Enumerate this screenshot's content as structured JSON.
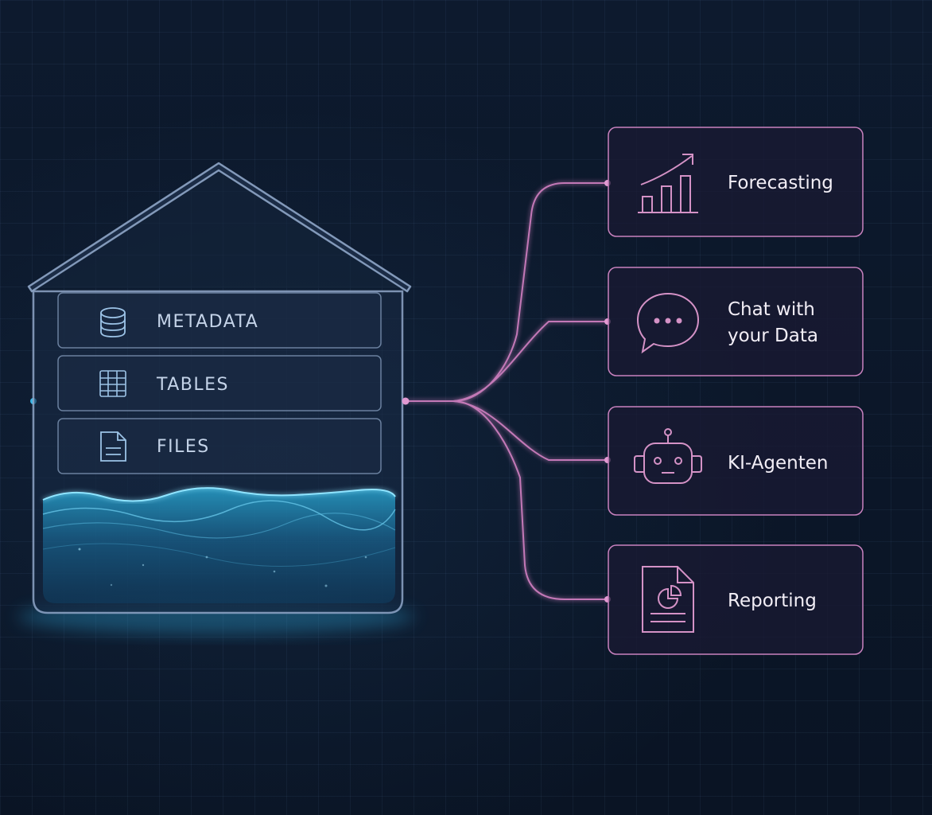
{
  "layers": [
    {
      "label": "METADATA",
      "icon": "database-icon"
    },
    {
      "label": "TABLES",
      "icon": "table-icon"
    },
    {
      "label": "FILES",
      "icon": "file-icon"
    }
  ],
  "outputs": [
    {
      "line1": "Forecasting",
      "line2": "",
      "icon": "bar-chart-trend-icon"
    },
    {
      "line1": "Chat with",
      "line2": "your Data",
      "icon": "chat-bubble-icon"
    },
    {
      "line1": "KI-Agenten",
      "line2": "",
      "icon": "robot-icon"
    },
    {
      "line1": "Reporting",
      "line2": "",
      "icon": "report-document-icon"
    }
  ],
  "colors": {
    "background": "#0b1526",
    "house_outline": "#8fa6c8",
    "water": "#2aa8d6",
    "connector": "#d783c6",
    "input_line": "#39b6e6"
  }
}
